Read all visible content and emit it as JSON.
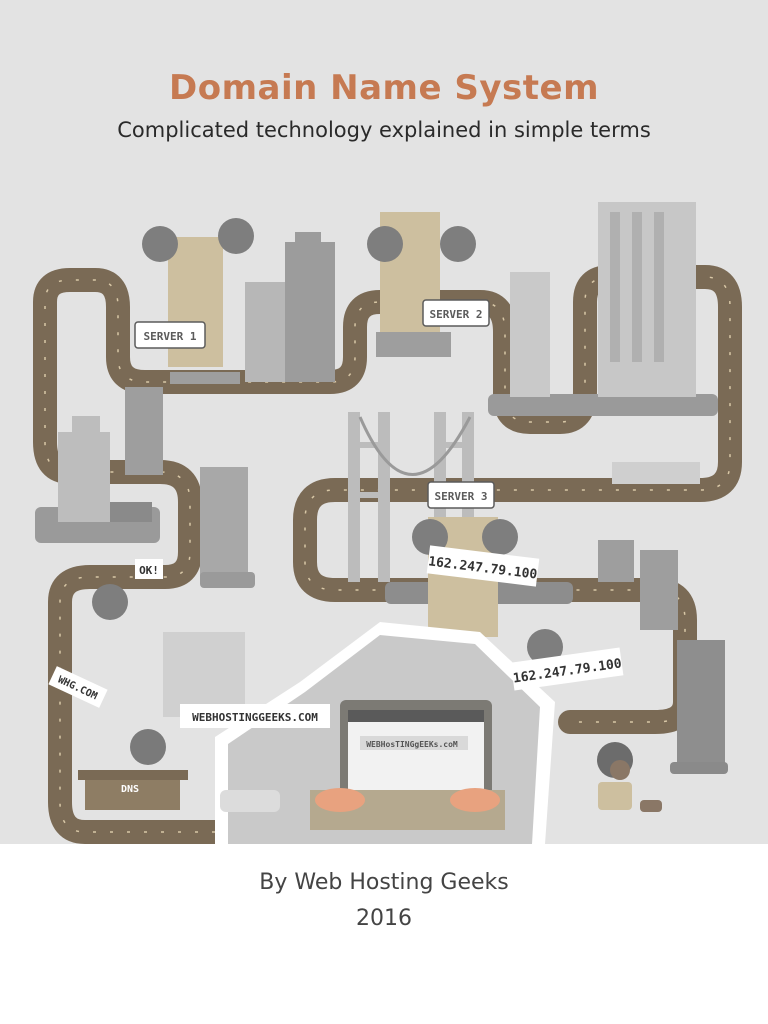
{
  "header": {
    "title": "Domain Name System",
    "subtitle": "Complicated technology explained in simple terms"
  },
  "illustration": {
    "labels": {
      "server1": "SERVER 1",
      "server2": "SERVER 2",
      "server3": "SERVER 3",
      "ip_upper": "162.247.79.100",
      "ip_lower": "162.247.79.100",
      "ok": "OK!",
      "whg": "WHG.COM",
      "dns": "DNS",
      "domain_tag": "WEBHOSTINGGEEKS.COM",
      "address_bar": "WEBHosTINGgEEKs.coM"
    },
    "colors": {
      "road": "#7a6a55",
      "server": "#cdbf9f",
      "building": "#9e9e9e",
      "accent": "#c67a52"
    }
  },
  "footer": {
    "byline": "By Web Hosting Geeks",
    "year": "2016"
  }
}
